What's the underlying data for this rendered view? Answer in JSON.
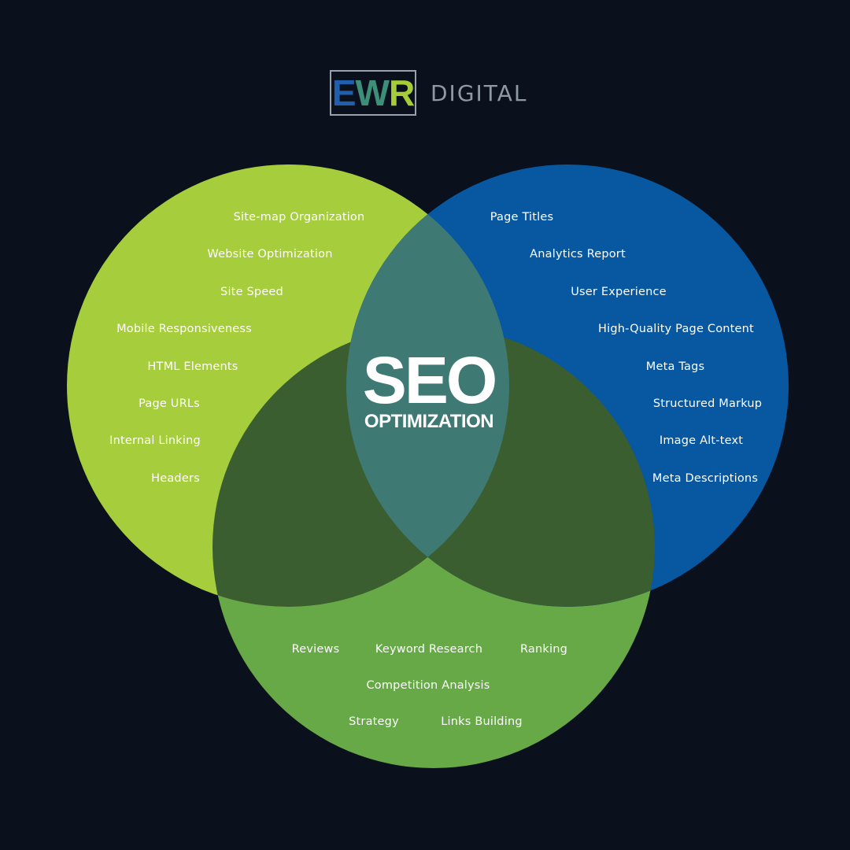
{
  "logo": {
    "letters": [
      "E",
      "W",
      "R"
    ],
    "suffix": "DIGITAL"
  },
  "center": {
    "title": "SEO",
    "subtitle": "OPTIMIZATION"
  },
  "colors": {
    "background": "#0b111c",
    "left_circle": "#a6cd3b",
    "right_circle": "#0757a1",
    "bottom_circle": "#67a847",
    "left_bottom_overlap": "#3b5e30",
    "right_bottom_overlap": "#3b5e30",
    "center_overlap": "#3e7a73",
    "logo_e": "#1f5fae",
    "logo_w": "#3d8f7a",
    "logo_r": "#a6cc3a"
  },
  "left_items": [
    "Site-map Organization",
    "Website Optimization",
    "Site Speed",
    "Mobile Responsiveness",
    "HTML Elements",
    "Page URLs",
    "Internal Linking",
    "Headers"
  ],
  "right_items": [
    "Page Titles",
    "Analytics Report",
    "User Experience",
    "High-Quality Page Content",
    "Meta Tags",
    "Structured Markup",
    "Image Alt-text",
    "Meta Descriptions"
  ],
  "bottom_items": [
    "Reviews",
    "Keyword Research",
    "Ranking",
    "Competition Analysis",
    "Strategy",
    "Links Building"
  ]
}
